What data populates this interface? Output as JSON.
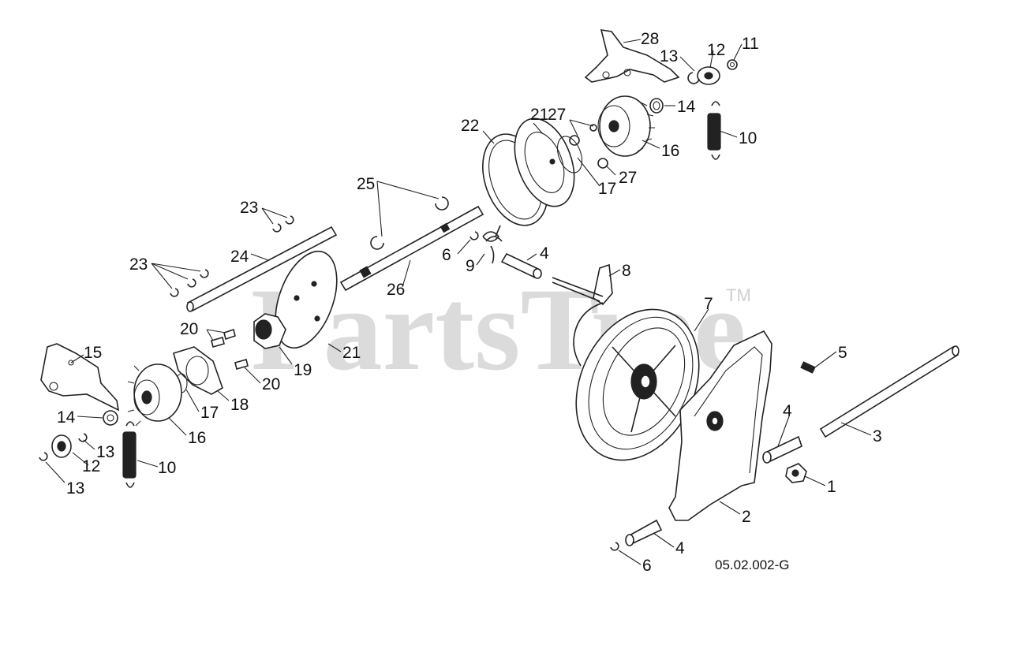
{
  "watermark": {
    "text": "PartsTree",
    "trademark": "TM"
  },
  "diagram_code": "05.02.002-G",
  "callouts": {
    "c1": "1",
    "c2": "2",
    "c3": "3",
    "c4a": "4",
    "c4b": "4",
    "c4c": "4",
    "c5": "5",
    "c6a": "6",
    "c6b": "6",
    "c7": "7",
    "c8": "8",
    "c9": "9",
    "c10a": "10",
    "c10b": "10",
    "c11": "11",
    "c12a": "12",
    "c12b": "12",
    "c13a": "13",
    "c13b": "13",
    "c13c": "13",
    "c14a": "14",
    "c14b": "14",
    "c15": "15",
    "c16a": "16",
    "c16b": "16",
    "c17a": "17",
    "c17b": "17",
    "c18": "18",
    "c19": "19",
    "c20a": "20",
    "c20b": "20",
    "c21a": "21",
    "c21b": "21",
    "c22": "22",
    "c23a": "23",
    "c23b": "23",
    "c24": "24",
    "c25": "25",
    "c26": "26",
    "c27a": "27",
    "c27b": "27",
    "c28": "28"
  }
}
